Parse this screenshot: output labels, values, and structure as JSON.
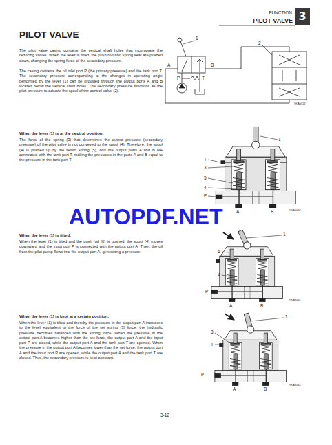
{
  "diagram": {
    "title": "PILOT VALVE",
    "nodes": [
      {
        "text": [
          "3"
        ]
      }
    ],
    "labels": [
      "FUNCTION",
      "PILOT VALVE",
      "The pilot valve casing contains the vertical shaft holes that incorporate the reducing valves. When the lever is tilted, the push rod and spring seat are pushed down, changing the spring force of the secondary pressure.",
      "The casing contains the oil inlet port P (the primary pressure) and the tank port T. The secondary pressure corresponding to the changes in operating angle performed by the lever (1) can be provided through the output ports A and B located below the vertical shaft holes. The secondary pressure functions as the pilot pressure to actuate the spool of the control valve (2).",
      "1",
      "P",
      "T",
      "A",
      "B",
      "2",
      "9KA001Z",
      "When the lever (1) is at the neutral position:",
      "The force of the spring (3) that determines the output pressure (secondary pressure) of the pilot valve is not conveyed to the spool (4). Therefore, the spool (4) is pushed up by the return spring (5), and the output ports A and B are connected with the tank port T, making the pressures in the ports A and B equal to the pressure in the tank port T.",
      "1",
      "T",
      "3",
      "5",
      "4",
      "P",
      "A",
      "B",
      "9KA002Z",
      "AUTOPDF.NET",
      "When the lever (1) is tilted:",
      "When the lever (1) is tilted and the push rod (6) is pushed, the spool (4) moves downward and the input port P is connected with the output port A. Then, the oil from the pilot pump flows into the output port A, generating a pressure.",
      "1",
      "6",
      "4",
      "P",
      "A",
      "B",
      "9KA003Z",
      "When the lever (1) is kept at a certain position:",
      "When the lever (1) is tilted and thereby the pressure in the output port A increases to the level equivalent to the force of the set spring (3) force, the hydraulic pressure becomes balanced with the spring force. When the pressure in the output port A becomes higher than the set force, the output port A and the input port P are closed, while the output port A and the tank port T are opened. When the pressure in the output port A becomes lower than the set force, the output port A and the input port P are opened, while the output port A and the tank port T are closed. Thus, the secondary pressure is kept constant.",
      "1",
      "3",
      "T",
      "P",
      "A",
      "B",
      "9KA004Z",
      "3-12"
    ]
  }
}
